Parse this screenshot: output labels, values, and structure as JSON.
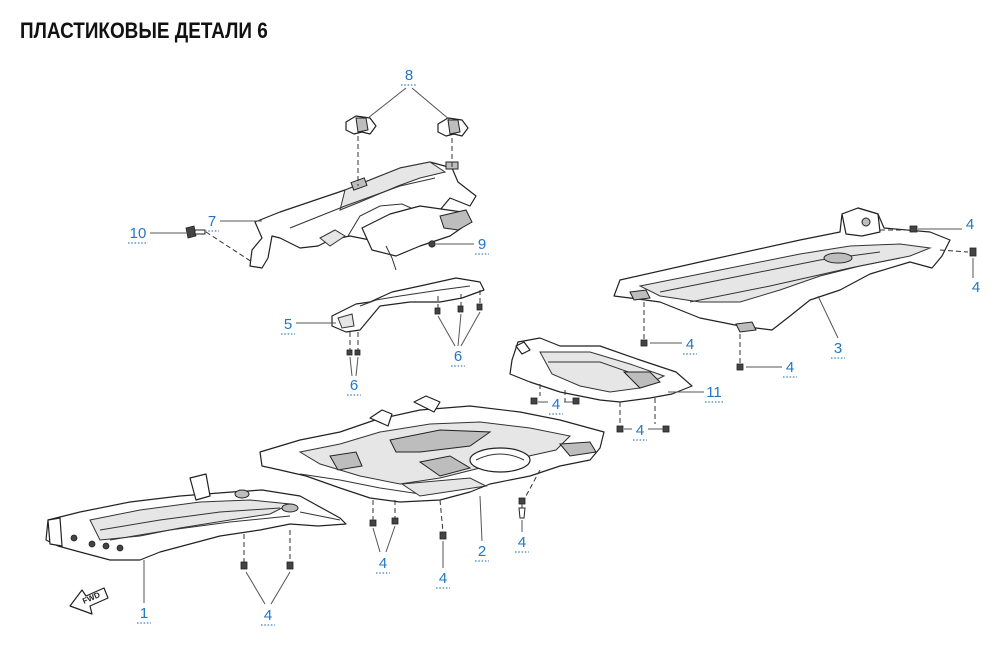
{
  "title": "ПЛАСТИКОВЫЕ ДЕТАЛИ 6",
  "colors": {
    "callout": "#2277c4",
    "outline": "#222222"
  },
  "callouts": {
    "n8": "8",
    "n7": "7",
    "n10": "10",
    "n9": "9",
    "n5": "5",
    "n6a": "6",
    "n6b": "6",
    "n4_topright": "4",
    "n4_right": "4",
    "n3": "3",
    "n4_p3a": "4",
    "n4_p3b": "4",
    "n11": "11",
    "n4_p11a": "4",
    "n4_p11b": "4",
    "n1": "1",
    "n4_p1": "4",
    "n4_p2a": "4",
    "n4_p2b": "4",
    "n2": "2",
    "n4_p2c": "4"
  },
  "fwd_label": "FWD"
}
